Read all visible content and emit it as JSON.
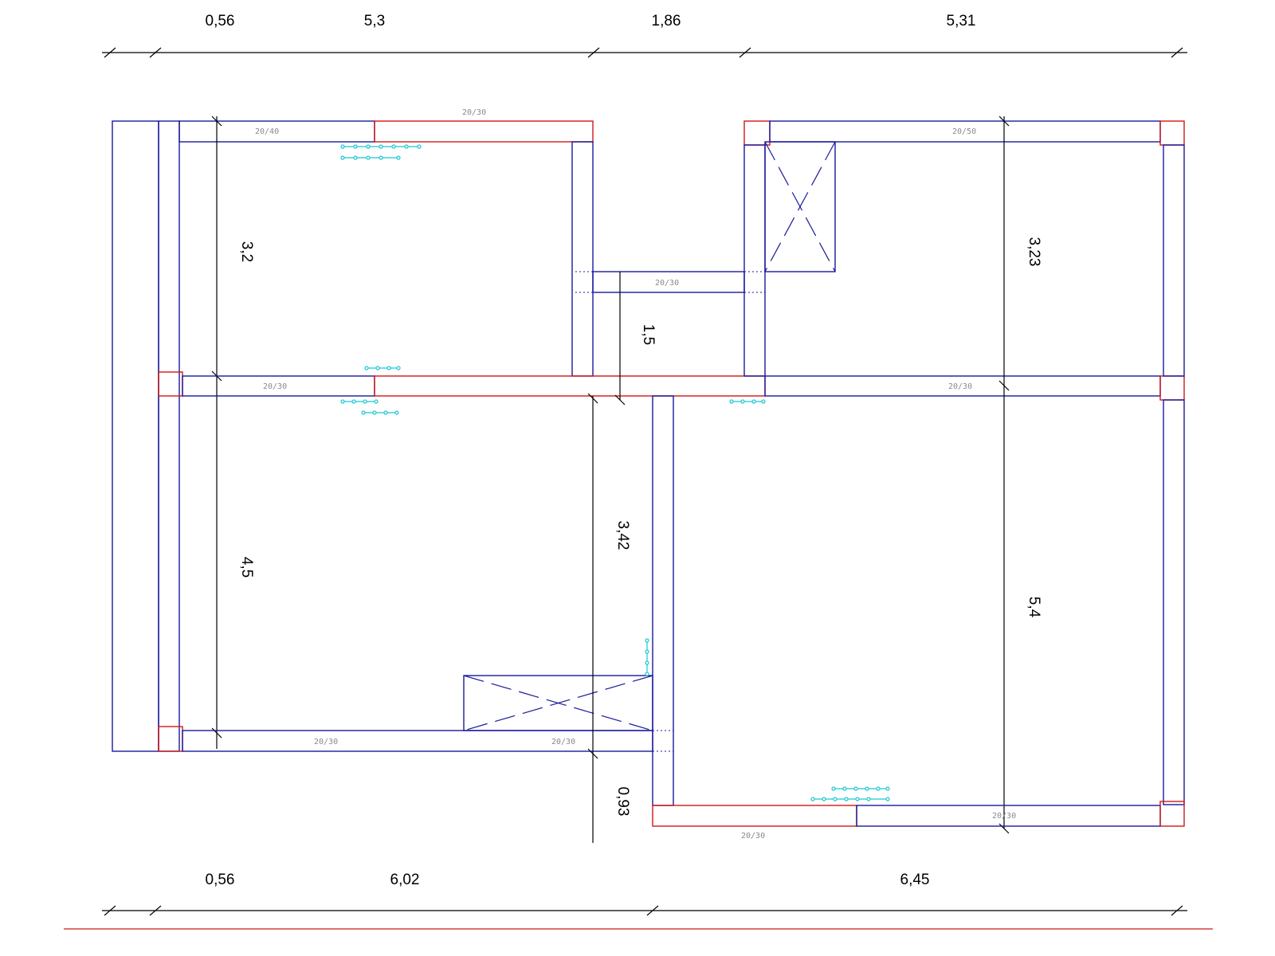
{
  "top_dimensions": [
    "0,56",
    "5,3",
    "1,86",
    "5,31"
  ],
  "bottom_dimensions": [
    "0,56",
    "6,02",
    "6,45"
  ],
  "inner_dimensions": {
    "room_top_left_height": "3,2",
    "room_bottom_left_height": "4,5",
    "corridor_height": "1,5",
    "room_top_right_height": "3,23",
    "room_bottom_right_height": "5,4",
    "bottom_wall_span": "3,42",
    "bottom_offset": "0,93"
  },
  "beam_labels": {
    "top_left_beam": "20/40",
    "top_middle_beam": "20/30",
    "top_right_beam": "20/50",
    "corridor_beam": "20/30",
    "middle_left_beam": "20/30",
    "middle_right_beam": "20/30",
    "bottom_left_beam": "20/30",
    "bottom_mid_beam": "20/30",
    "bottom_right_beam": "20/30",
    "bottom_right_beam_2": "20/30"
  },
  "colors": {
    "wall_blue": "#1a1a9c",
    "beam_red": "#d01818",
    "rebar_cyan": "#19c7d4",
    "dimension_black": "#000000"
  }
}
